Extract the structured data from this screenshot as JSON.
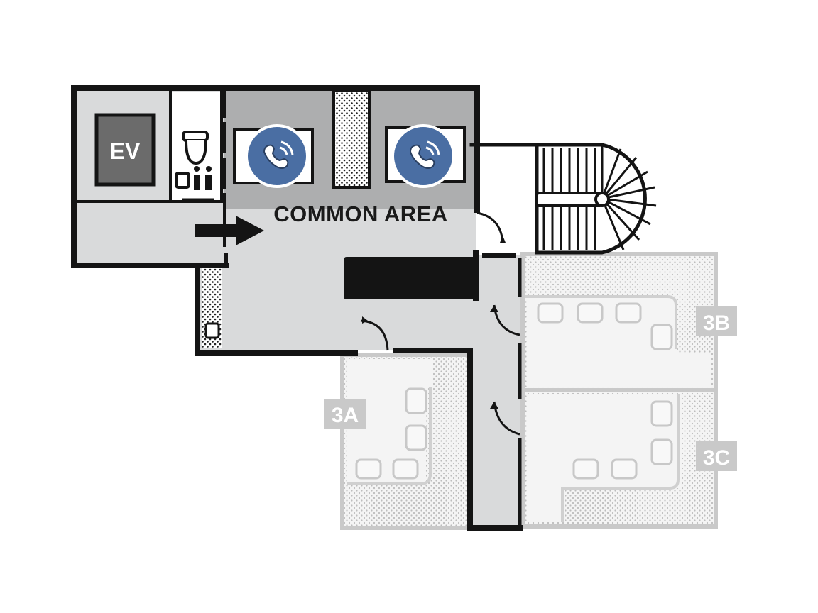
{
  "floor_plan": {
    "labels": {
      "elevator": "EV",
      "common_area": "COMMON AREA",
      "unit_3a": "3A",
      "unit_3b": "3B",
      "unit_3c": "3C"
    },
    "icons": {
      "phone_booth_1": "phone-icon",
      "phone_booth_2": "phone-icon",
      "entrance_arrow": "arrow-right-icon",
      "restroom": "restroom-icon",
      "staircase": "spiral-staircase"
    },
    "colors": {
      "wall": "#141414",
      "common_floor": "#d9dadb",
      "booth_floor": "#adaeaf",
      "elevator_box": "#6b6b6b",
      "unit_fill": "#f4f4f4",
      "unit_wall": "#c9c9c9",
      "unit_label_bg": "#c9c9c9",
      "phone_badge": "#4a6ea3"
    }
  }
}
